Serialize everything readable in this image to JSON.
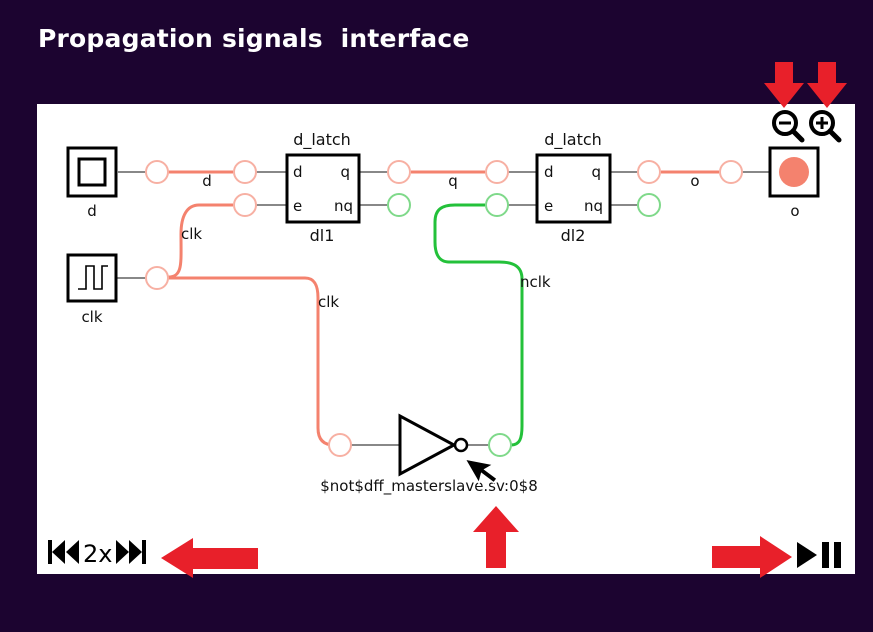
{
  "page": {
    "title": "Propagation signals  interface"
  },
  "colors": {
    "signal_high": "#f4826e",
    "signal_low": "#23c13a",
    "wire": "#888888",
    "background": "#1c0430",
    "annotation_arrow": "#e8202a"
  },
  "diagram": {
    "inputs": [
      {
        "label": "d",
        "icon": "input-button-icon"
      },
      {
        "label": "clk",
        "icon": "clock-icon"
      }
    ],
    "output": {
      "label": "o",
      "icon": "output-lamp-icon",
      "state": "high"
    },
    "latches": [
      {
        "type": "d_latch",
        "name": "dl1",
        "ports_in": [
          "d",
          "e"
        ],
        "ports_out": [
          "q",
          "nq"
        ]
      },
      {
        "type": "d_latch",
        "name": "dl2",
        "ports_in": [
          "d",
          "e"
        ],
        "ports_out": [
          "q",
          "nq"
        ]
      }
    ],
    "inverter": {
      "name": "$not$dff_masterslave.sv:0$8",
      "icon": "not-gate-icon"
    },
    "nets": {
      "d": "d",
      "q": "q",
      "o": "o",
      "clk_upper": "clk",
      "clk_lower": "clk",
      "nclk": "nclk"
    }
  },
  "toolbar": {
    "speed": "2x",
    "rewind_icon": "fast-rewind-icon",
    "forward_icon": "fast-forward-icon",
    "play_pause_icon": "play-pause-icon",
    "zoom_out_icon": "zoom-out-icon",
    "zoom_in_icon": "zoom-in-icon"
  }
}
